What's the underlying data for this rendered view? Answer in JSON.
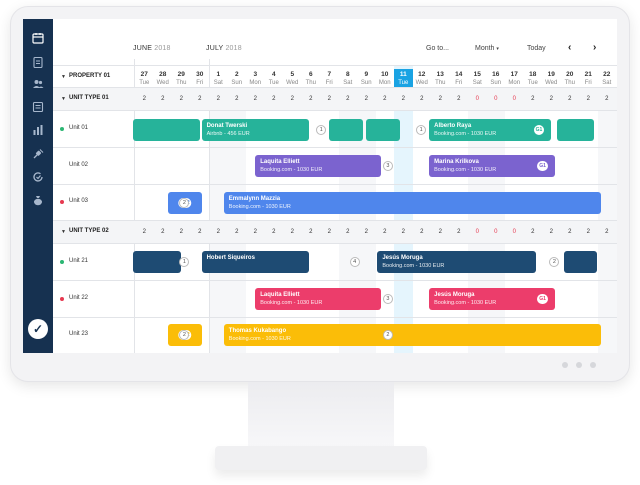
{
  "header": {
    "june": {
      "month": "JUNE",
      "year": "2018"
    },
    "july": {
      "month": "JULY",
      "year": "2018"
    },
    "goto": "Go to...",
    "view_select": "Month",
    "today": "Today",
    "prev": "‹",
    "next": "›"
  },
  "days": [
    {
      "num": "27",
      "dow": "Tue"
    },
    {
      "num": "28",
      "dow": "Wed"
    },
    {
      "num": "29",
      "dow": "Thu"
    },
    {
      "num": "30",
      "dow": "Fri"
    },
    {
      "num": "1",
      "dow": "Sat"
    },
    {
      "num": "2",
      "dow": "Sun"
    },
    {
      "num": "3",
      "dow": "Mon"
    },
    {
      "num": "4",
      "dow": "Tue"
    },
    {
      "num": "5",
      "dow": "Wed"
    },
    {
      "num": "6",
      "dow": "Thu"
    },
    {
      "num": "7",
      "dow": "Fri"
    },
    {
      "num": "8",
      "dow": "Sat"
    },
    {
      "num": "9",
      "dow": "Sun"
    },
    {
      "num": "10",
      "dow": "Mon"
    },
    {
      "num": "11",
      "dow": "Tue"
    },
    {
      "num": "12",
      "dow": "Wed"
    },
    {
      "num": "13",
      "dow": "Thu"
    },
    {
      "num": "14",
      "dow": "Fri"
    },
    {
      "num": "15",
      "dow": "Sat"
    },
    {
      "num": "16",
      "dow": "Sun"
    },
    {
      "num": "17",
      "dow": "Mon"
    },
    {
      "num": "18",
      "dow": "Tue"
    },
    {
      "num": "19",
      "dow": "Wed"
    },
    {
      "num": "20",
      "dow": "Thu"
    },
    {
      "num": "21",
      "dow": "Fri"
    },
    {
      "num": "22",
      "dow": "Sat"
    }
  ],
  "property": "PROPERTY 01",
  "unit_types": [
    {
      "label": "UNIT TYPE 01",
      "availability": [
        "2",
        "2",
        "2",
        "2",
        "2",
        "2",
        "2",
        "2",
        "2",
        "2",
        "2",
        "2",
        "2",
        "2",
        "2",
        "2",
        "2",
        "2",
        "0",
        "0",
        "0",
        "2",
        "2",
        "2",
        "2",
        "2"
      ]
    },
    {
      "label": "UNIT TYPE 02",
      "availability": [
        "2",
        "2",
        "2",
        "2",
        "2",
        "2",
        "2",
        "2",
        "2",
        "2",
        "2",
        "2",
        "2",
        "2",
        "2",
        "2",
        "2",
        "2",
        "0",
        "0",
        "0",
        "2",
        "2",
        "2",
        "2",
        "2"
      ]
    }
  ],
  "units": [
    {
      "label": "Unit 01",
      "status": "#2bb673"
    },
    {
      "label": "Unit 02",
      "status": ""
    },
    {
      "label": "Unit 03",
      "status": "#e63950"
    },
    {
      "label": "Unit 21",
      "status": "#2bb673"
    },
    {
      "label": "Unit 22",
      "status": "#e63950"
    },
    {
      "label": "Unit 23",
      "status": ""
    }
  ],
  "bookings": [
    {
      "guest": "Donat Twerski",
      "source": "Airbnb - 456 EUR"
    },
    {
      "guest": "Alberto Raya",
      "source": "Booking.com - 1030 EUR",
      "badge": "G1"
    },
    {
      "guest": "Laquita Elliett",
      "source": "Booking.com - 1030 EUR"
    },
    {
      "guest": "Marina Krilkova",
      "source": "Booking.com - 1030 EUR",
      "badge": "G1"
    },
    {
      "guest": "Emmalynn Mazzia",
      "source": "Booking.com - 1030 EUR"
    },
    {
      "guest": "",
      "source": "",
      "badge": "G22"
    },
    {
      "guest": "Hobert Siqueiros",
      "source": ""
    },
    {
      "guest": "Jesús Moruga",
      "source": "Booking.com - 1030 EUR"
    },
    {
      "guest": "Laquita Elliett",
      "source": "Booking.com - 1030 EUR"
    },
    {
      "guest": "Jesús Moruga",
      "source": "Booking.com - 1030 EUR",
      "badge": "G1"
    },
    {
      "guest": "Thomas Kukabango",
      "source": "Booking.com - 1030 EUR"
    },
    {
      "guest": "",
      "source": "",
      "badge": "G22"
    }
  ],
  "gaps": [
    "1",
    "1",
    "3",
    "2",
    "1",
    "4",
    "2",
    "2",
    "3",
    "2"
  ],
  "colors": {
    "sidebar": "#163150",
    "teal": "#26b39a",
    "purple": "#7b63cf",
    "blue": "#4f86ec",
    "navy": "#1e4b73",
    "pink": "#ec3d6b",
    "yellow": "#fbbd08",
    "today": "#1aa3e3"
  },
  "sidebar_icons": [
    "calendar-icon",
    "clipboard-icon",
    "users-icon",
    "report-icon",
    "bar-chart-icon",
    "plug-icon",
    "refresh-check-icon",
    "money-bag-icon",
    "check-circle-icon"
  ]
}
